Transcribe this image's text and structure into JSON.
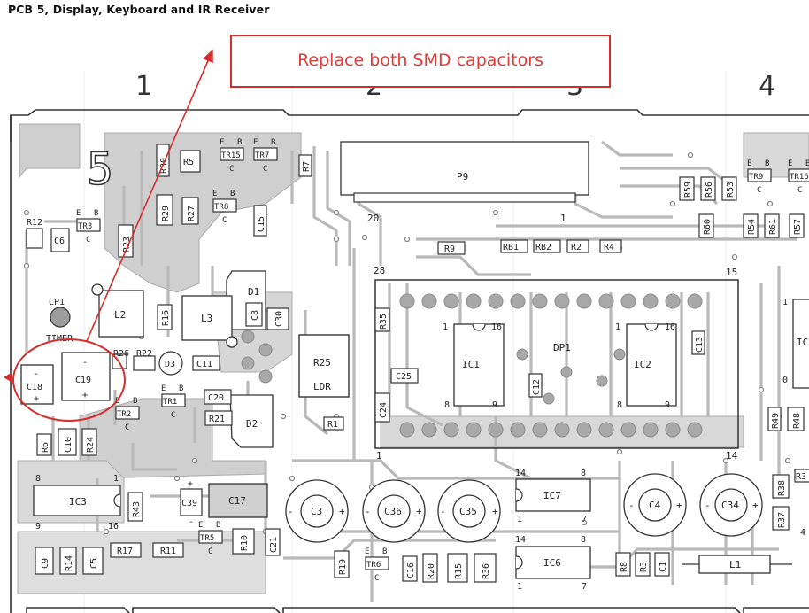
{
  "title": "PCB 5, Display, Keyboard and IR Receiver",
  "annotation": {
    "text": "Replace both SMD capacitors",
    "color": "#e33a3a"
  },
  "colors": {
    "trace": "#b9b9b9",
    "ground": "#9a9a9a",
    "background": "#ffffff",
    "ink": "#222222",
    "highlight": "#d62d2d"
  },
  "zones": [
    "1",
    "2",
    "3",
    "4"
  ],
  "section_mark": "5",
  "connector": {
    "name": "P9",
    "pin_first": "20",
    "pin_last": "1"
  },
  "display": {
    "name": "DP1",
    "pin_a": "28",
    "pin_b": "15",
    "pin_c": "1",
    "pin_d": "14"
  },
  "ic1": {
    "name": "IC1",
    "p1": "1",
    "p2": "16",
    "p3": "8",
    "p4": "9"
  },
  "ic2": {
    "name": "IC2",
    "p1": "1",
    "p2": "16",
    "p3": "8",
    "p4": "9"
  },
  "ic3": {
    "name": "IC3",
    "p1": "8",
    "p2": "1",
    "p3": "9",
    "p4": "16"
  },
  "ic6": {
    "name": "IC6",
    "p1": "14",
    "p2": "8",
    "p3": "1",
    "p4": "7"
  },
  "ic7": {
    "name": "IC7",
    "p1": "14",
    "p2": "8",
    "p3": "1",
    "p4": "7"
  },
  "cp1": {
    "name": "CP1",
    "label": "TIMER"
  },
  "ldr": {
    "name": "R25",
    "label": "LDR"
  },
  "transistors": [
    {
      "name": "TR15",
      "e": "E",
      "b": "B",
      "c": "C"
    },
    {
      "name": "TR7",
      "e": "E",
      "b": "B",
      "c": "C"
    },
    {
      "name": "TR8",
      "e": "E",
      "b": "B",
      "c": "C"
    },
    {
      "name": "TR3",
      "e": "E",
      "b": "B",
      "c": "C"
    },
    {
      "name": "TR1",
      "e": "E",
      "b": "B",
      "c": "C"
    },
    {
      "name": "TR2",
      "e": "E",
      "b": "B",
      "c": "C"
    },
    {
      "name": "TR5",
      "e": "E",
      "b": "B",
      "c": "C"
    },
    {
      "name": "TR6",
      "e": "E",
      "b": "B",
      "c": "C"
    },
    {
      "name": "TR9",
      "e": "E",
      "b": "B",
      "c": "C"
    },
    {
      "name": "TR16",
      "e": "E",
      "b": "B",
      "c": "C"
    }
  ],
  "labels": {
    "R30": "R30",
    "R5": "R5",
    "R7": "R7",
    "R29": "R29",
    "R27": "R27",
    "C15": "C15",
    "R12": "R12",
    "C6": "C6",
    "R23": "R23",
    "R9": "R9",
    "RB1": "RB1",
    "RB2": "RB2",
    "R2": "R2",
    "R4": "R4",
    "R59": "R59",
    "R56": "R56",
    "R53": "R53",
    "R60": "R60",
    "R54": "R54",
    "R61": "R61",
    "R57": "R57",
    "L2": "L2",
    "R16": "R16",
    "L3": "L3",
    "D1": "D1",
    "C8": "C8",
    "C30": "C30",
    "R35": "R35",
    "R26": "R26",
    "R22": "R22",
    "D3": "D3",
    "C11": "C11",
    "R25b": "R25",
    "C25": "C25",
    "C12": "C12",
    "C13": "C13",
    "C18": "C18",
    "C19": "C19",
    "C20": "C20",
    "R21": "R21",
    "D2": "D2",
    "C24": "C24",
    "R1": "R1",
    "R49": "R49",
    "R48": "R48",
    "R6": "R6",
    "C10": "C10",
    "R24": "R24",
    "R43": "R43",
    "C39": "C39",
    "C17": "C17",
    "C3": "C3",
    "C36": "C36",
    "C35": "C35",
    "C4": "C4",
    "C34": "C34",
    "R38": "R38",
    "R37": "R37",
    "C9": "C9",
    "R14": "R14",
    "C5": "C5",
    "R17": "R17",
    "R11": "R11",
    "R10": "R10",
    "C21": "C21",
    "R19": "R19",
    "C16": "C16",
    "R20": "R20",
    "R15": "R15",
    "R36": "R36",
    "R8": "R8",
    "R3": "R3",
    "C1": "C1",
    "L1": "L1",
    "IC_partial": "IC",
    "R3_partial": "R3",
    "zero": "0",
    "four": "4",
    "one": "1",
    "plus": "+",
    "minus": "-"
  }
}
